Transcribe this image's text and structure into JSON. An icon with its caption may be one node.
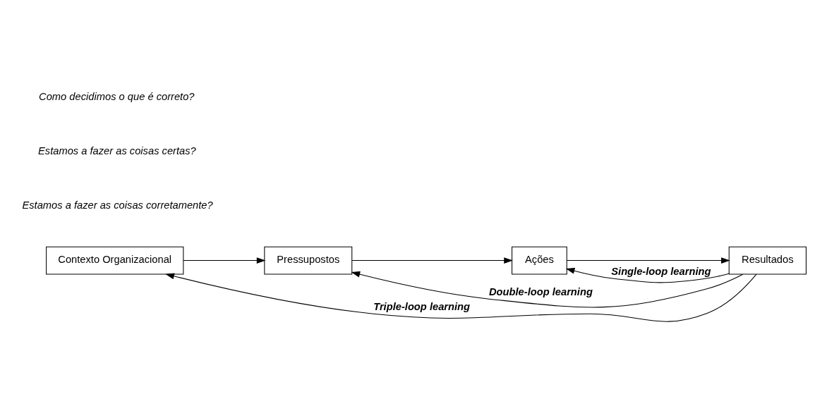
{
  "diagram": {
    "nodes": [
      {
        "text": [
          "Contexto Organizacional"
        ]
      },
      {
        "text": [
          "Pressupostos"
        ]
      },
      {
        "text": [
          "Ações"
        ]
      },
      {
        "text": [
          "Resultados"
        ]
      }
    ],
    "edges": [
      {
        "from": 0,
        "to": 1,
        "arrow": "to"
      },
      {
        "from": 1,
        "to": 2,
        "arrow": "to"
      },
      {
        "from": 2,
        "to": 3,
        "arrow": "to"
      },
      {
        "from": 3,
        "to": 2,
        "arrow": "to",
        "label": "Single-loop learning"
      },
      {
        "from": 3,
        "to": 1,
        "arrow": "to",
        "label": "Double-loop learning"
      },
      {
        "from": 3,
        "to": 0,
        "arrow": "to",
        "label": "Triple-loop learning"
      }
    ],
    "labels": [
      "Estamos a fazer as coisas corretamente?",
      "Estamos a fazer as coisas certas?",
      "Como decidimos o que é correto?"
    ]
  }
}
